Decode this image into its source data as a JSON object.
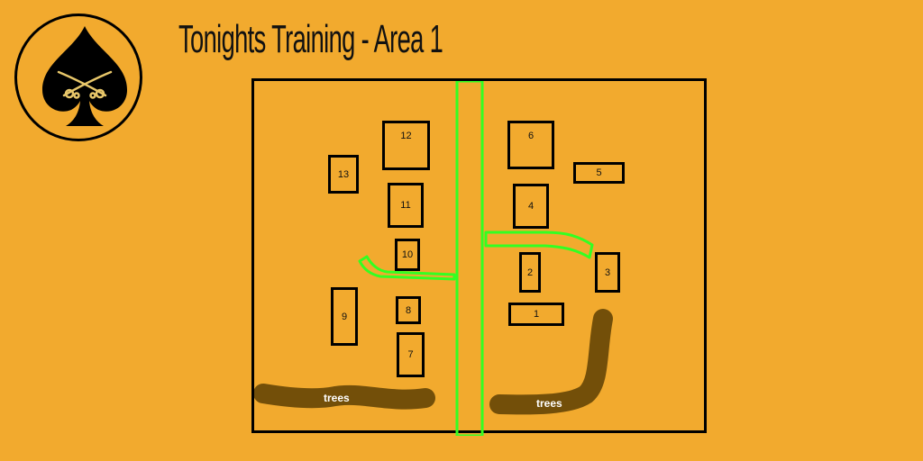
{
  "header": {
    "title": "Tonights Training - Area 1"
  },
  "logo": {
    "icon": "spade-crossed-sabers-icon",
    "colors": {
      "spade": "#000000",
      "sabers": "#e8c76a"
    }
  },
  "map": {
    "colors": {
      "background": "#f2aa2e",
      "building_border": "#000000",
      "road": "#33ff22",
      "trees": "#6b4a07",
      "tree_label": "#ffffff"
    },
    "buildings": [
      {
        "id": "1",
        "label": "1"
      },
      {
        "id": "2",
        "label": "2"
      },
      {
        "id": "3",
        "label": "3"
      },
      {
        "id": "4",
        "label": "4"
      },
      {
        "id": "5",
        "label": "5"
      },
      {
        "id": "6",
        "label": "6"
      },
      {
        "id": "7",
        "label": "7"
      },
      {
        "id": "8",
        "label": "8"
      },
      {
        "id": "9",
        "label": "9"
      },
      {
        "id": "10",
        "label": "10"
      },
      {
        "id": "11",
        "label": "11"
      },
      {
        "id": "12",
        "label": "12"
      },
      {
        "id": "13",
        "label": "13"
      }
    ],
    "tree_lines": [
      {
        "label": "trees"
      },
      {
        "label": "trees"
      }
    ],
    "roads": [
      "central-road",
      "left-branch-road",
      "right-branch-road"
    ]
  }
}
